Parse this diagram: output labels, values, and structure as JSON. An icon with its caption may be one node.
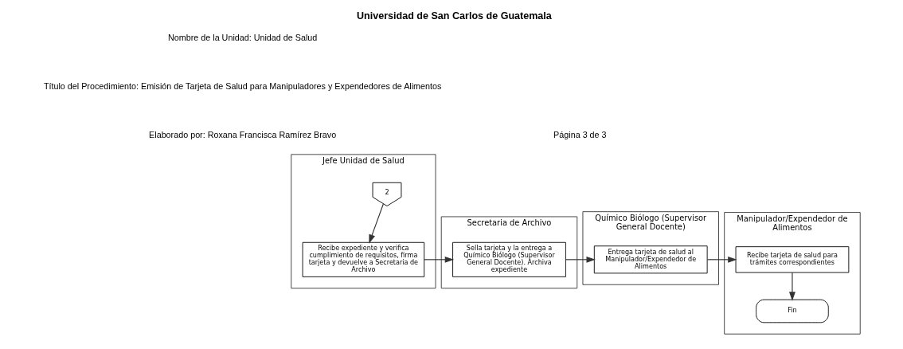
{
  "diagram": {
    "title": "Universidad de San Carlos de Guatemala",
    "nodes": [
      {
        "text": [
          "Jefe Unidad de Salud"
        ]
      },
      {
        "text": [
          "2"
        ],
        "in": 0
      },
      {
        "text": [
          "Recibe expediente y verifica cumplimiento de requisitos, firma tarjeta y devuelve a Secretaria de Archivo"
        ],
        "in": 0
      },
      {
        "text": [
          "Secretaria de Archivo"
        ]
      },
      {
        "text": [
          "Sella tarjeta y la entrega a Químico Biólogo (Supervisor General Docente). Archiva expediente"
        ],
        "in": 3
      },
      {
        "text": [
          "Químico Biólogo (Supervisor General Docente)"
        ]
      },
      {
        "text": [
          "Entrega tarjeta de salud al Manipulador/Expendedor de Alimentos"
        ],
        "in": 5
      },
      {
        "text": [
          "Manipulador/Expendedor de Alimentos"
        ]
      },
      {
        "text": [
          "Recibe tarjeta de salud para trámites correspondientes"
        ],
        "in": 7
      },
      {
        "text": [
          "Fin"
        ],
        "in": 7
      }
    ],
    "edges": [
      {
        "from": 1,
        "to": 2,
        "arrow": "to"
      },
      {
        "from": 2,
        "to": 4,
        "arrow": "to"
      },
      {
        "from": 4,
        "to": 6,
        "arrow": "to"
      },
      {
        "from": 6,
        "to": 8,
        "arrow": "to"
      },
      {
        "from": 8,
        "to": 9,
        "arrow": "to"
      }
    ],
    "labels": [
      "Nombre de la Unidad: Unidad de Salud",
      "Título del Procedimiento: Emisión de Tarjeta de Salud para Manipuladores y Expendedores de Alimentos",
      "Elaborado por: Roxana Francisca Ramírez Bravo",
      "Página 3 de 3"
    ]
  }
}
